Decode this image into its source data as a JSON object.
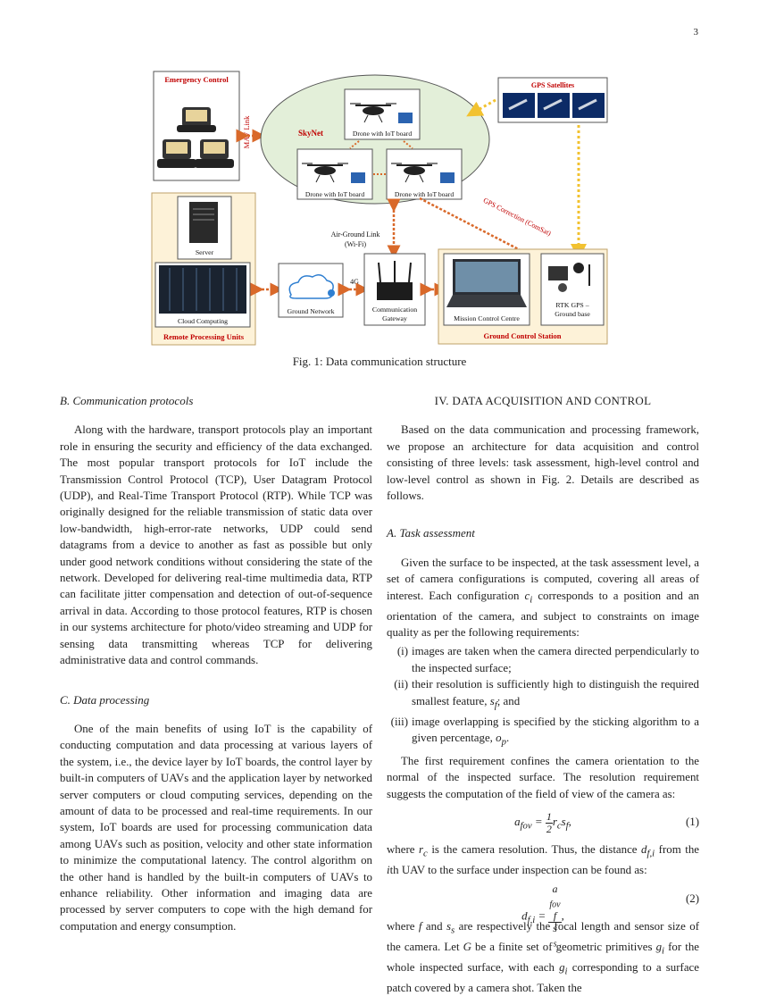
{
  "page_number": "3",
  "figure": {
    "caption": "Fig. 1: Data communication structure",
    "labels": {
      "emergency_control": "Emergency Control",
      "mav_link": "MAV Link",
      "skynet": "SkyNet",
      "drone_top": "Drone with IoT board",
      "drone_left": "Drone with IoT board",
      "drone_right": "Drone with IoT board",
      "gps_satellites": "GPS Satellites",
      "gps_correction": "GPS Correction (ComSat)",
      "air_ground_link": "Air-Ground Link",
      "wifi": "(Wi-Fi)",
      "server": "Server",
      "cloud_computing": "Cloud Computing",
      "remote_processing_units": "Remote Processing Units",
      "ground_network": "Ground Network",
      "fourg": "4G",
      "comm_gateway_1": "Communication",
      "comm_gateway_2": "Gateway",
      "mission_control": "Mission Control Centre",
      "rtk_gps_1": "RTK GPS –",
      "rtk_gps_2": "Ground base",
      "ground_control_station": "Ground Control Station"
    },
    "colors": {
      "red_label": "#c00000",
      "arrow": "#d9692a",
      "gps_arrow": "#f2c230",
      "ellipse": "#e3efd9",
      "panel": "#fdf2d8"
    }
  },
  "left_column": {
    "section_b_title": "B. Communication protocols",
    "section_b_text": "Along with the hardware, transport protocols play an important role in ensuring the security and efficiency of the data exchanged. The most popular transport protocols for IoT include the Transmission Control Protocol (TCP), User Datagram Protocol (UDP), and Real-Time Transport Protocol (RTP). While TCP was originally designed for the reliable transmission of static data over low-bandwidth, high-error-rate networks, UDP could send datagrams from a device to another as fast as possible but only under good network conditions without considering the state of the network. Developed for delivering real-time multimedia data, RTP can facilitate jitter compensation and detection of out-of-sequence arrival in data. According to those protocol features, RTP is chosen in our systems architecture for photo/video streaming and UDP for sensing data transmitting whereas TCP for delivering administrative data and control commands.",
    "section_c_title": "C. Data processing",
    "section_c_text": "One of the main benefits of using IoT is the capability of conducting computation and data processing at various layers of the system, i.e., the device layer by IoT boards, the control layer by built-in computers of UAVs and the application layer by networked server computers or cloud computing services, depending on the amount of data to be processed and real-time requirements. In our system, IoT boards are used for processing communication data among UAVs such as position, velocity and other state information to minimize the computational latency. The control algorithm on the other hand is handled by the built-in computers of UAVs to enhance reliability. Other information and imaging data are processed by server computers to cope with the high demand for computation and energy consumption."
  },
  "right_column": {
    "section_iv_title": "IV. DATA ACQUISITION AND CONTROL",
    "section_iv_text": "Based on the data communication and processing framework, we propose an architecture for data acquisition and control consisting of three levels: task assessment, high-level control and low-level control as shown in Fig. 2. Details are described as follows.",
    "section_a_title": "A. Task assessment",
    "section_a_intro_1": "Given the surface to be inspected, at the task assessment level, a set of camera configurations is computed, covering all areas of interest. Each configuration ",
    "section_a_intro_ci": "c",
    "section_a_intro_ci_sub": "i",
    "section_a_intro_2": " corresponds to a position and an orientation of the camera, and subject to constraints on image quality as per the following requirements:",
    "req_1_num": "(i)",
    "req_1": "images are taken when the camera directed perpendicularly to the inspected surface;",
    "req_2_num": "(ii)",
    "req_2a": "their resolution is sufficiently high to distinguish the required smallest feature, ",
    "req_2_s": "s",
    "req_2_sub": "f",
    "req_2b": "; and",
    "req_3_num": "(iii)",
    "req_3a": "image overlapping is specified by the sticking algorithm to a given percentage, ",
    "req_3_o": "o",
    "req_3_sub": "p",
    "req_3b": ".",
    "para_first_req": "The first requirement confines the camera orientation to the normal of the inspected surface. The resolution requirement suggests the computation of the field of view of the camera as:",
    "eq1_lhs": "a",
    "eq1_lhs_sub": "fov",
    "eq1_num": "1",
    "eq1_den": "2",
    "eq1_r": "r",
    "eq1_r_sub": "c",
    "eq1_s": "s",
    "eq1_s_sub": "f",
    "eq1_tag": "(1)",
    "para_where_rc_1": "where ",
    "para_where_rc_r": "r",
    "para_where_rc_rsub": "c",
    "para_where_rc_2": " is the camera resolution. Thus, the distance ",
    "para_where_rc_d": "d",
    "para_where_rc_dsub": "f,i",
    "para_where_rc_3": " from the ",
    "para_where_rc_i": "i",
    "para_where_rc_4": "th UAV to the surface under inspection can be found as:",
    "eq2_lhs": "d",
    "eq2_lhs_sub": "f,i",
    "eq2_num_a": "a",
    "eq2_num_sub": "fov",
    "eq2_num_f": "f",
    "eq2_den": "s",
    "eq2_den_sub": "s",
    "eq2_tag": "(2)",
    "para_where_f_1": "where ",
    "para_where_f_f": "f",
    "para_where_f_2": " and ",
    "para_where_f_s": "s",
    "para_where_f_ssub": "s",
    "para_where_f_3": " are respectively the focal length and sensor size of the camera. Let ",
    "para_where_f_G": "G",
    "para_where_f_4": " be a finite set of geometric primitives ",
    "para_where_f_g": "g",
    "para_where_f_gsub": "i",
    "para_where_f_5": " for the whole inspected surface, with each ",
    "para_where_f_g2": "g",
    "para_where_f_g2sub": "i",
    "para_where_f_6": " corresponding to a surface patch covered by a camera shot. Taken the"
  }
}
